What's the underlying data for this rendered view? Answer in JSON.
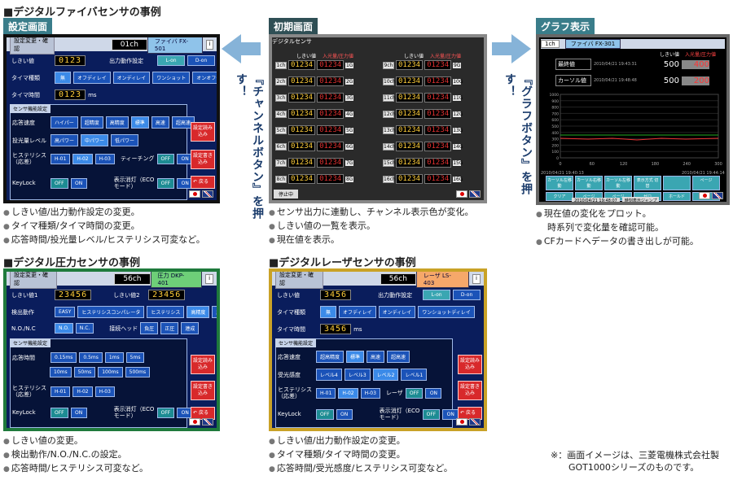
{
  "sections": {
    "fiber": {
      "heading": "■デジタルファイバセンサの事例",
      "tag": "設定画面",
      "notes": [
        "しきい値/出力動作設定の変更。",
        "タイマ種類/タイマ時間の変更。",
        "応答時間/投光量レベル/ヒステリシス可変など。"
      ]
    },
    "initial": {
      "tag": "初期画面",
      "notes": [
        "センサ出力に連動し、チャンネル表示色が変化。",
        "しきい値の一覧を表示。",
        "現在値を表示。"
      ]
    },
    "graph": {
      "tag": "グラフ表示",
      "notes": [
        "現在値の変化をプロット。",
        "時系列で変化量を確認可能。",
        "CFカードへデータの書き出しが可能。"
      ]
    },
    "pressure": {
      "heading": "■デジタル圧力センサの事例",
      "notes": [
        "しきい値の変更。",
        "検出動作/N.O./N.C.の設定。",
        "応答時間/ヒステリシス可変など。"
      ]
    },
    "laser": {
      "heading": "■デジタルレーザセンサの事例",
      "notes": [
        "しきい値/出力動作設定の変更。",
        "タイマ種類/タイマ時間の変更。",
        "応答時間/受光感度/ヒステリシス可変など。"
      ]
    }
  },
  "arrows": {
    "left_caption": "『チャンネルボタン』を押す！",
    "right_caption": "『グラフボタン』を押す！"
  },
  "footnote": {
    "line1": "※：画面イメージは、三菱電機株式会社製",
    "line2": "GOT1000シリーズのものです。"
  },
  "fiber_screen": {
    "tab": "設定変更・確認",
    "channel": "01ch",
    "model": "ファイバ FX-501",
    "info": "i",
    "threshold_label": "しきい値",
    "threshold_value": "0123",
    "output_label": "出力動作設定",
    "output_options": [
      "L-on",
      "D-on"
    ],
    "timer_type_label": "タイマ種類",
    "timer_types": [
      "無",
      "オフディレイ",
      "オンディレイ",
      "ワンショット",
      "オンオフディレイ"
    ],
    "timer_time_label": "タイマ時間",
    "timer_time_value": "0123",
    "timer_unit": "ms",
    "sensor_func_tab": "センサ機能設定",
    "response_label": "応答速度",
    "response_opts": [
      "ハイパー",
      "超精度",
      "高精度",
      "標準",
      "高速",
      "超高速"
    ],
    "power_label": "投光量レベル",
    "power_opts": [
      "高パワー",
      "中パワー",
      "低パワー"
    ],
    "hyst_label": "ヒステリシス（応差）",
    "hyst_opts": [
      "H-01",
      "H-02",
      "H-03"
    ],
    "teach_label": "ティーチング",
    "keylock_label": "KeyLock",
    "eco_label": "表示消灯（ECOモード）",
    "off_on": [
      "OFF",
      "ON"
    ],
    "read_btn": "設定読み込み",
    "write_btn": "設定書き込み",
    "back_btn": "戻る"
  },
  "init_screen": {
    "title": "デジタルセンサ",
    "col_thresh": "しきい値",
    "col_light": "入光量/圧力値",
    "left_channels": [
      "1ch",
      "2ch",
      "3ch",
      "4ch",
      "5ch",
      "6ch",
      "7ch",
      "8ch"
    ],
    "right_channels": [
      "9ch",
      "10ch",
      "11ch",
      "12ch",
      "13ch",
      "14ch",
      "15ch",
      "16ch"
    ],
    "thresh_value": "01234",
    "light_value": "01234",
    "left_nums": [
      "1G",
      "2G",
      "3G",
      "4G",
      "5G",
      "6G",
      "7G",
      "8G"
    ],
    "right_nums": [
      "9G",
      "10G",
      "11G",
      "12G",
      "13G",
      "14G",
      "15G",
      "16G"
    ],
    "status": "停止中"
  },
  "graph_screen": {
    "channel": "1ch",
    "model": "ファイバ FX-301",
    "col1": "しきい値",
    "col2": "入光量/圧力値",
    "row1_label": "最終値",
    "row1_time": "2010/04/21 19:43:31",
    "row1_val1": "500",
    "row1_val2": "400",
    "row2_label": "カーソル値",
    "row2_time": "2010/04/21 19:48:48",
    "row2_val1": "500",
    "row2_val2": "200",
    "y_ticks": [
      "1000",
      "900",
      "800",
      "700",
      "600",
      "500",
      "400",
      "300",
      "200",
      "100",
      "0"
    ],
    "x_ticks": [
      "0",
      "60",
      "120",
      "180",
      "240",
      "300"
    ],
    "x_start": "2010/04/21 19:40:13",
    "x_end": "2010/04/21 19:44:14",
    "buttons": [
      "カーソル左移動",
      "カーソル右移動",
      "カーソル左移動",
      "表示方式 切替",
      "",
      "ページ",
      "クリア",
      "ページ",
      "ページ",
      "ゼロ",
      "ホールド",
      "戻る"
    ],
    "status_time": "2010/04/21 19:48:07",
    "status_btn": "時刻表示ジャンプ"
  },
  "pressure_screen": {
    "tab": "設定変更・確認",
    "channel": "56ch",
    "model": "圧力 DKP-401",
    "info": "i",
    "thr1_label": "しきい値1",
    "thr1_value": "23456",
    "thr2_label": "しきい値2",
    "thr2_value": "23456",
    "detect_label": "検出動作",
    "detect_opts": [
      "EASY",
      "ヒステリシスコンパレータ",
      "ヒステリシス",
      "高精度",
      "超精度"
    ],
    "no_label": "N.O./N.C",
    "no_opts": [
      "N.O.",
      "N.C."
    ],
    "head_label": "接続ヘッド",
    "head_opts": [
      "負圧",
      "正圧",
      "連成"
    ],
    "sensor_func_tab": "センサ機能設定",
    "resp_label": "応答時間",
    "resp_opts1": [
      "0.15ms",
      "0.5ms",
      "1ms",
      "5ms"
    ],
    "resp_opts2": [
      "10ms",
      "50ms",
      "100ms",
      "500ms"
    ],
    "hyst_label": "ヒステリシス（応差）",
    "hyst_opts": [
      "H-01",
      "H-02",
      "H-03"
    ],
    "keylock_label": "KeyLock",
    "eco_label": "表示消灯（ECOモード）",
    "off_on": [
      "OFF",
      "ON"
    ],
    "read_btn": "設定読み込み",
    "write_btn": "設定書き込み",
    "back_btn": "戻る"
  },
  "laser_screen": {
    "tab": "設定変更・確認",
    "channel": "56ch",
    "model": "レーザ LS-403",
    "info": "i",
    "threshold_label": "しきい値",
    "threshold_value": "3456",
    "output_label": "出力動作設定",
    "output_options": [
      "L-on",
      "D-on"
    ],
    "timer_type_label": "タイマ種類",
    "timer_types": [
      "無",
      "オフディレイ",
      "オンディレイ",
      "ワンショットディレイ"
    ],
    "timer_time_label": "タイマ時間",
    "timer_time_value": "3456",
    "timer_unit": "ms",
    "sensor_func_tab": "センサ機能設定",
    "response_label": "応答速度",
    "response_opts": [
      "超高精度",
      "標準",
      "高速",
      "超高速"
    ],
    "sens_label": "受光感度",
    "sens_opts": [
      "レベル4",
      "レベル3",
      "レベル2",
      "レベル1"
    ],
    "hyst_label": "ヒステリシス（応差）",
    "hyst_opts": [
      "H-01",
      "H-02",
      "H-03"
    ],
    "laser_label": "レーザ",
    "keylock_label": "KeyLock",
    "eco_label": "表示消灯（ECOモード）",
    "off_on": [
      "OFF",
      "ON"
    ],
    "read_btn": "設定読み込み",
    "write_btn": "設定書き込み",
    "back_btn": "戻る"
  }
}
